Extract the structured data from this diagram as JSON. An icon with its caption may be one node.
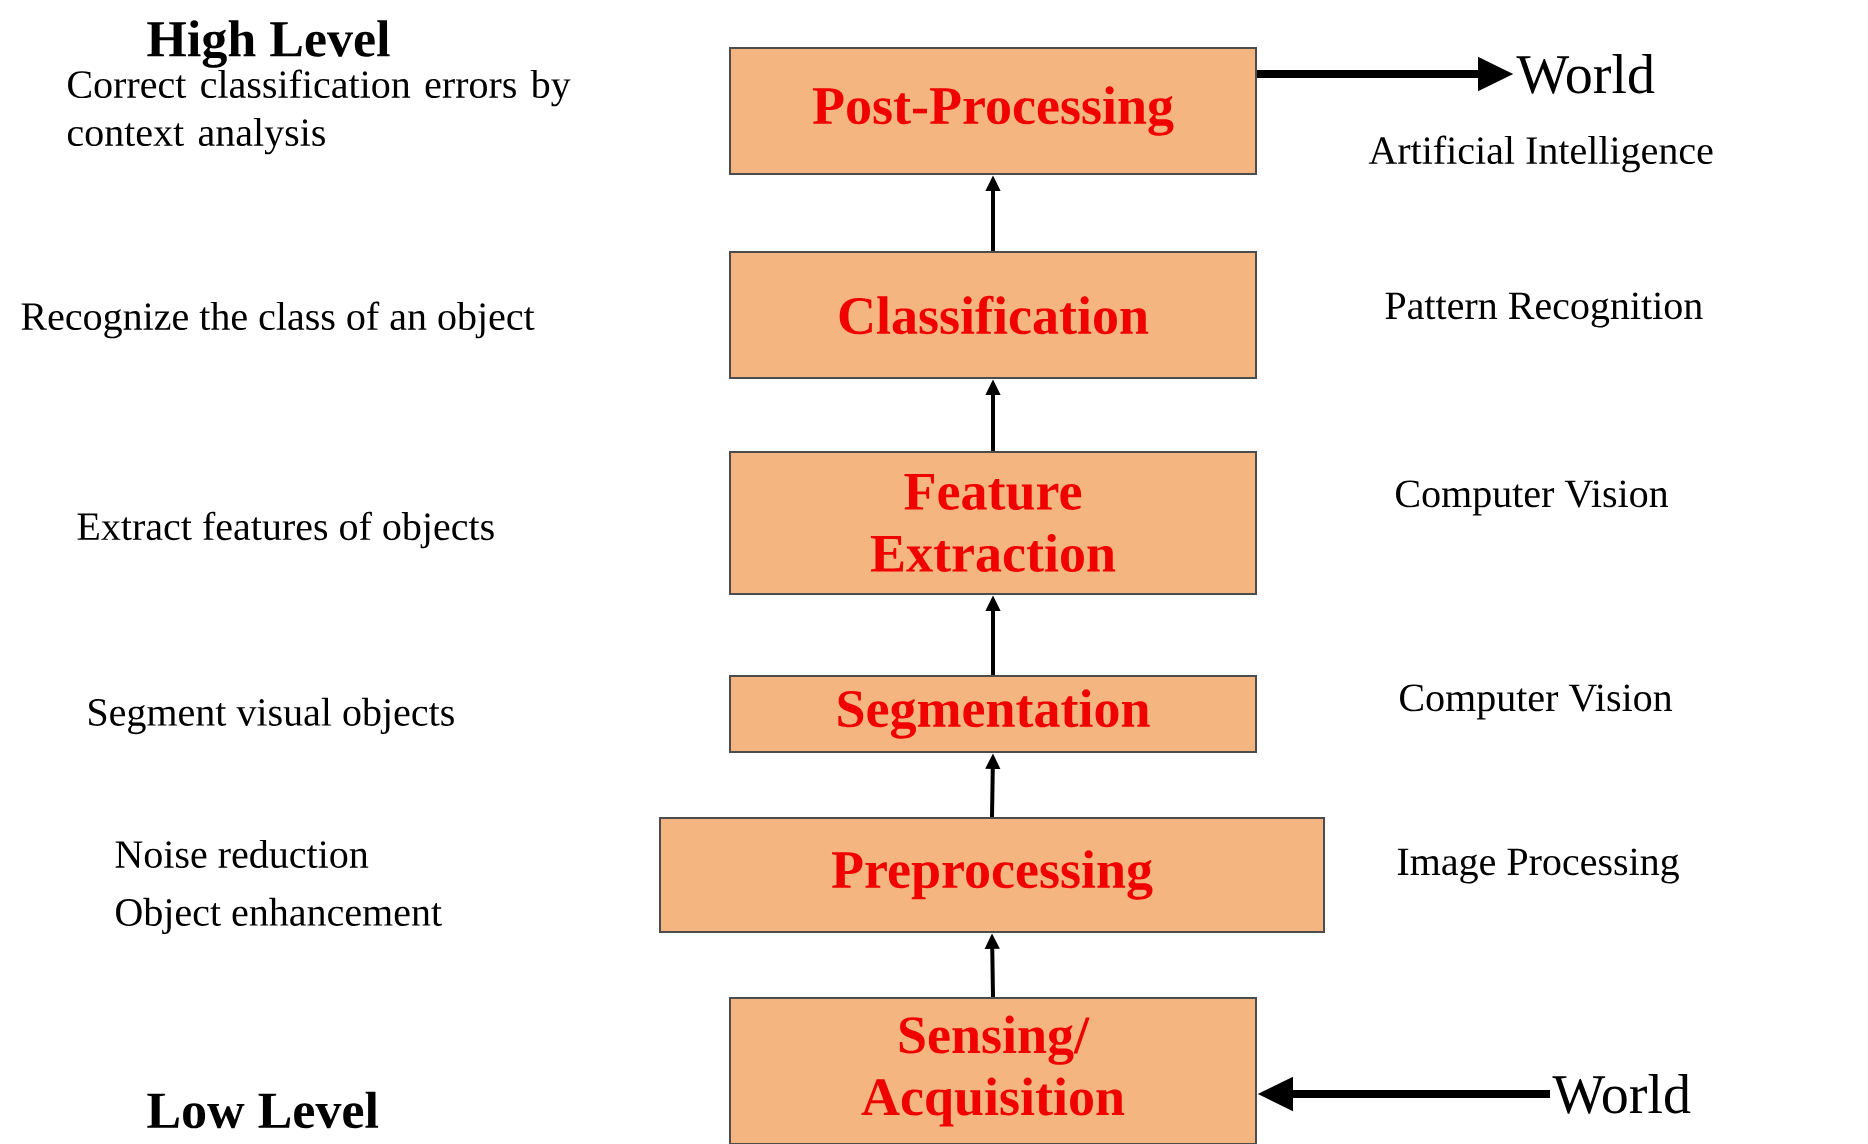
{
  "diagram": {
    "nodes": [
      {
        "text": [
          "Post-Processing"
        ]
      },
      {
        "text": [
          "Classification"
        ]
      },
      {
        "text": [
          "Feature Extraction"
        ]
      },
      {
        "text": [
          "Segmentation"
        ]
      },
      {
        "text": [
          "Preprocessing"
        ]
      },
      {
        "text": [
          "Sensing/ Acquisition"
        ]
      },
      {
        "text": [
          "World"
        ]
      },
      {
        "text": [
          "World"
        ]
      }
    ],
    "edges": [
      {
        "from": 1,
        "to": 0,
        "arrow": "to"
      },
      {
        "from": 2,
        "to": 1,
        "arrow": "to"
      },
      {
        "from": 3,
        "to": 2,
        "arrow": "to"
      },
      {
        "from": 4,
        "to": 3,
        "arrow": "to"
      },
      {
        "from": 5,
        "to": 4,
        "arrow": "to"
      },
      {
        "from": 0,
        "to": 6,
        "arrow": "to",
        "style": "thick"
      },
      {
        "from": 7,
        "to": 5,
        "arrow": "to",
        "style": "thick"
      }
    ],
    "labels": [
      "High Level",
      "Correct classification errors by context analysis",
      "Artificial Intelligence",
      "Recognize the class of an object",
      "Pattern Recognition",
      "Extract features of objects",
      "Computer Vision",
      "Segment visual objects",
      "Computer Vision",
      "Noise reduction",
      "Image Processing",
      "Object enhancement",
      "Low Level"
    ]
  }
}
